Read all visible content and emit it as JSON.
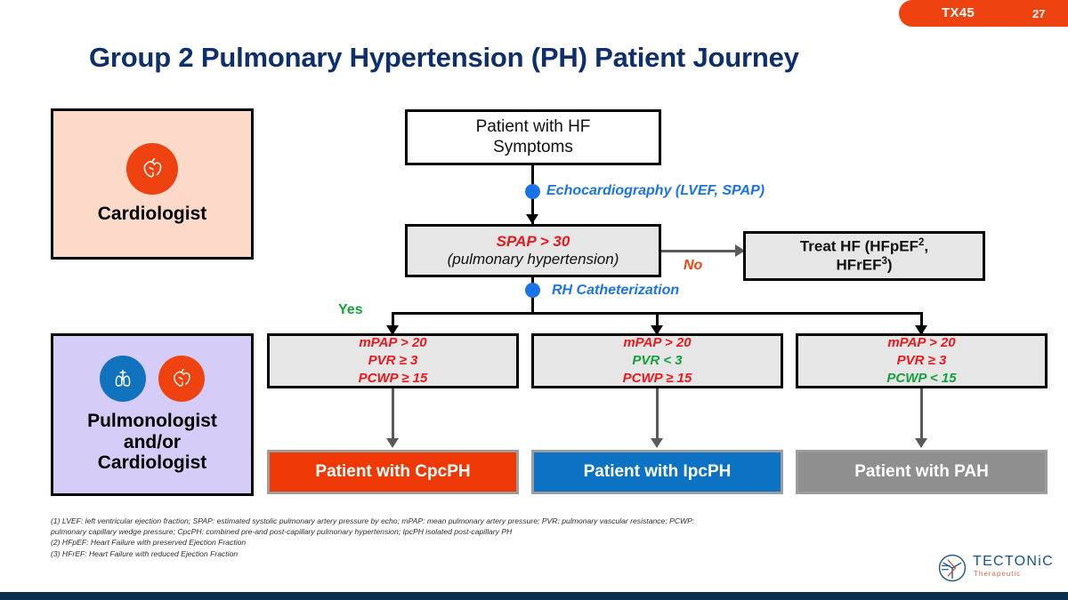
{
  "header": {
    "badge_code": "TX45",
    "page_number": "27"
  },
  "title": "Group 2 Pulmonary Hypertension (PH) Patient Journey",
  "roles": [
    {
      "id": "cardiologist",
      "label": "Cardiologist",
      "icons": [
        "heart-icon"
      ],
      "background": "#fcd9c8"
    },
    {
      "id": "pulmonologist-cardiologist",
      "label_line1": "Pulmonologist",
      "label_line2": "and/or",
      "label_line3": "Cardiologist",
      "icons": [
        "lungs-icon",
        "heart-icon"
      ],
      "background": "#d5cdf7"
    }
  ],
  "flow": {
    "start": {
      "line1": "Patient with HF",
      "line2": "Symptoms"
    },
    "step_echo": "Echocardiography (LVEF, SPAP)",
    "decision_spap": {
      "line1": "SPAP > 30",
      "line2": "(pulmonary hypertension)"
    },
    "no_label": "No",
    "yes_label": "Yes",
    "treat_hf": {
      "line1_pre": "Treat HF (HFpEF",
      "line1_sup": "2",
      "line1_post": ",",
      "line2_pre": "HFrEF",
      "line2_sup": "3",
      "line2_post": ")"
    },
    "step_rhc": "RH Catheterization",
    "criteria": [
      {
        "id": "cpcph",
        "lines": [
          {
            "text": "mPAP > 20",
            "color": "red"
          },
          {
            "text": "PVR ≥ 3",
            "color": "red"
          },
          {
            "text": "PCWP ≥ 15",
            "color": "red"
          }
        ],
        "outcome": "Patient with CpcPH",
        "outcome_color": "#ee3806"
      },
      {
        "id": "ipcph",
        "lines": [
          {
            "text": "mPAP > 20",
            "color": "red"
          },
          {
            "text": "PVR < 3",
            "color": "green"
          },
          {
            "text": "PCWP ≥ 15",
            "color": "red"
          }
        ],
        "outcome": "Patient with IpcPH",
        "outcome_color": "#0b72c4"
      },
      {
        "id": "pah",
        "lines": [
          {
            "text": "mPAP > 20",
            "color": "red"
          },
          {
            "text": "PVR ≥ 3",
            "color": "red"
          },
          {
            "text": "PCWP < 15",
            "color": "green"
          }
        ],
        "outcome": "Patient with PAH",
        "outcome_color": "#8f8f8f"
      }
    ]
  },
  "footnotes": [
    "(1) LVEF: left ventricular ejection fraction; SPAP: estimated systolic pulmonary artery pressure by echo; mPAP: mean pulmonary artery pressure; PVR: pulmonary vascular resistance; PCWP: pulmonary capillary wedge pressure; CpcPH: combined pre-and post-capillary pulmonary hypertension; IpcPH isolated post-capillary PH",
    "(2) HFpEF: Heart Failure with preserved Ejection Fraction",
    "(3) HFrEF: Heart Failure with reduced Ejection Fraction"
  ],
  "logo": {
    "name": "TECTONiC",
    "tagline": "Therapeutic"
  },
  "colors": {
    "accent_orange": "#ee4310",
    "title_navy": "#0d2f6e",
    "red": "#e8191c",
    "green": "#14a03c",
    "blue": "#1a73e8"
  }
}
